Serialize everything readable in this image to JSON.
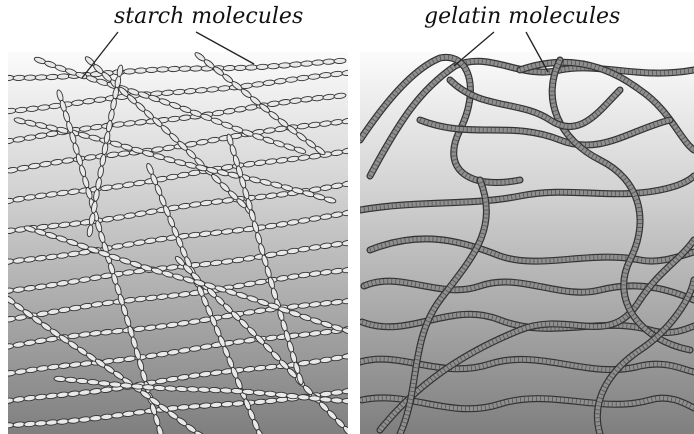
{
  "labels": {
    "starch": "starch molecules",
    "gelatin": "gelatin molecules"
  },
  "panels": [
    {
      "id": "starch",
      "molecule_style": "chains of linked ellipses (branched)"
    },
    {
      "id": "gelatin",
      "molecule_style": "coiled beaded strands"
    }
  ],
  "colors": {
    "panel_top": "#f7f7f7",
    "panel_bottom": "#8a8a8a",
    "starch_fill": "#e9e9e9",
    "gelatin_fill": "#8f8f8f",
    "outline": "#333333"
  }
}
